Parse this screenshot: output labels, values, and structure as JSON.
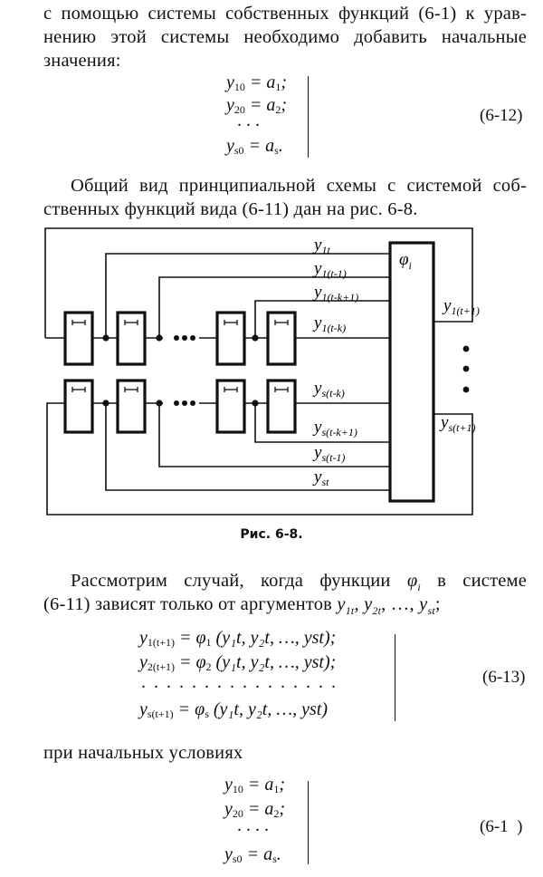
{
  "paragraph1": {
    "lines": [
      "с помощью системы собственных функций (6-1) к урав-",
      "нению этой системы необходимо добавить начальные",
      "значения:"
    ]
  },
  "equation_6_12": {
    "number": "(6-12)",
    "rows": [
      {
        "lhs": "y",
        "lhs_sub": "10",
        "rhs": "a",
        "rhs_sub": "1",
        "end": ";"
      },
      {
        "lhs": "y",
        "lhs_sub": "20",
        "rhs": "a",
        "rhs_sub": "2",
        "end": ";"
      },
      {
        "dots": ". . ."
      },
      {
        "lhs": "y",
        "lhs_sub": "s0",
        "rhs": "a",
        "rhs_sub": "s",
        "end": "."
      }
    ]
  },
  "paragraph2": {
    "lines": [
      "Общий вид принципиальной схемы с системой соб-",
      "ственных функций вида (6-11) дан на рис. 6-8."
    ]
  },
  "figure": {
    "caption": "Рис. 6-8.",
    "function_block_label": "φ",
    "function_block_sub": "i",
    "register_glyph": "⊢⊣",
    "chain_ellipsis": "•••",
    "inputs_top": [
      {
        "main": "y",
        "sub": "1t"
      },
      {
        "main": "y",
        "sub": "1(t-1)"
      },
      {
        "main": "y",
        "sub": "1(t-k+1)"
      },
      {
        "main": "y",
        "sub": "1(t-k)"
      }
    ],
    "inputs_bottom": [
      {
        "main": "y",
        "sub": "s(t-k)"
      },
      {
        "main": "y",
        "sub": "s(t-k+1)"
      },
      {
        "main": "y",
        "sub": "s(t-1)"
      },
      {
        "main": "y",
        "sub": "st"
      }
    ],
    "output_top": {
      "main": "y",
      "sub": "1(t+1)"
    },
    "output_bottom": {
      "main": "y",
      "sub": "s(t+1)"
    }
  },
  "paragraph3": {
    "line1_before": "Рассмотрим случай, когда функции ",
    "line1_phi": "φ",
    "line1_phi_sub": "i",
    "line1_after": " в системе",
    "line2_before": "(6-11) зависят только от аргументов ",
    "line2_args": [
      {
        "main": "y",
        "sub": "1t"
      },
      {
        "main": "y",
        "sub": "2t"
      },
      {
        "ellipsis": "…"
      },
      {
        "main": "y",
        "sub": "st"
      }
    ],
    "line2_end": ";"
  },
  "equation_6_13": {
    "number": "(6-13)",
    "rows": [
      {
        "lhs_sub": "1(t+1)",
        "phi_sub": "1",
        "args": "(y₁t,  y₂t,  …,  yst);"
      },
      {
        "lhs_sub": "2(t+1)",
        "phi_sub": "2",
        "args": "(y₁t,  y₂t,  …,  yst);"
      },
      {
        "dots": ". . . . . . . . . . . . . . . ."
      },
      {
        "lhs_sub": "s(t+1)",
        "phi_sub": "s",
        "args": "(y₁t,  y₂t,  …,  yst)"
      }
    ]
  },
  "paragraph4": {
    "text": "при начальных условиях"
  },
  "equation_6_14": {
    "number": "(6-1  )",
    "rows": [
      {
        "lhs": "y",
        "lhs_sub": "10",
        "rhs": "a",
        "rhs_sub": "1",
        "end": ";"
      },
      {
        "lhs": "y",
        "lhs_sub": "20",
        "rhs": "a",
        "rhs_sub": "2",
        "end": ";"
      },
      {
        "dots": ". . . ."
      },
      {
        "lhs": "y",
        "lhs_sub": "s0",
        "rhs": "a",
        "rhs_sub": "s",
        "end": "."
      }
    ]
  }
}
